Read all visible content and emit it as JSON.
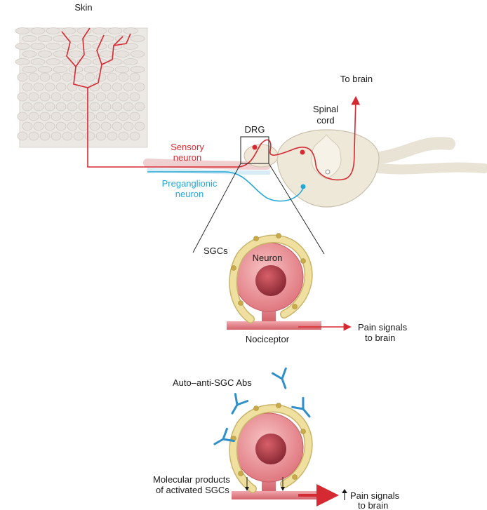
{
  "labels": {
    "skin": "Skin",
    "to_brain": "To brain",
    "spinal_cord_line1": "Spinal",
    "spinal_cord_line2": "cord",
    "drg": "DRG",
    "sensory_line1": "Sensory",
    "sensory_line2": "neuron",
    "preganglionic_line1": "Preganglionic",
    "preganglionic_line2": "neuron",
    "sgcs": "SGCs",
    "neuron": "Neuron",
    "nociceptor": "Nociceptor",
    "pain_signals_line1": "Pain signals",
    "pain_signals_line2": "to brain",
    "auto_abs": "Auto–anti-SGC Abs",
    "molecular_line1": "Molecular products",
    "molecular_line2": "of activated SGCs",
    "pain_signals2_line1": "Pain signals",
    "pain_signals2_line2": "to brain"
  },
  "colors": {
    "sensory_red": "#d62a33",
    "preganglionic_blue": "#23a7d6",
    "sgc_yellow": "#efe0a0",
    "neuron_pink": "#e87f86",
    "antibody_blue": "#2f8fc8",
    "spinal_cord": "#ece6d6",
    "skin_cells": "#e7e2dd"
  },
  "icons": {
    "arrow_up": "up-arrow-icon",
    "antibody": "y-antibody-icon"
  }
}
